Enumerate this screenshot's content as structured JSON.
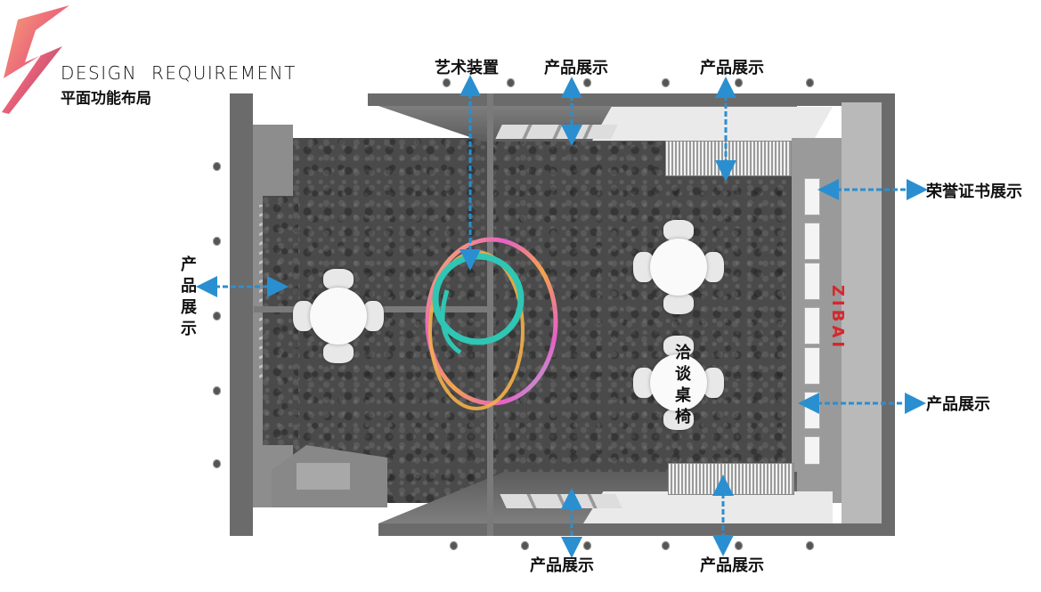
{
  "header": {
    "title_en": "DESIGN  REQUIREMENT",
    "title_cn": "平面功能布局"
  },
  "colors": {
    "arrow": "#2a8fd0",
    "floor": "#4a4a4a",
    "wall": "#6b6b6b",
    "logo_gradient": [
      "#f07a5a",
      "#e0456e",
      "#8a3a6a"
    ],
    "brand_red": "#d8262b"
  },
  "labels": {
    "art_installation": "艺术装置",
    "top_product_left": "产品展示",
    "top_product_right": "产品展示",
    "honor_certificate": "荣誉证书展示",
    "right_product": "产品展示",
    "left_product": "产品展示",
    "negotiation_tables": "洽谈桌椅",
    "bottom_product_left": "产品展示",
    "bottom_product_right": "产品展示"
  },
  "brand_mark": "ZIBAI",
  "icons": {
    "logo": "brush-stroke-lightning-icon",
    "arrow": "dashed-double-arrow-icon"
  }
}
